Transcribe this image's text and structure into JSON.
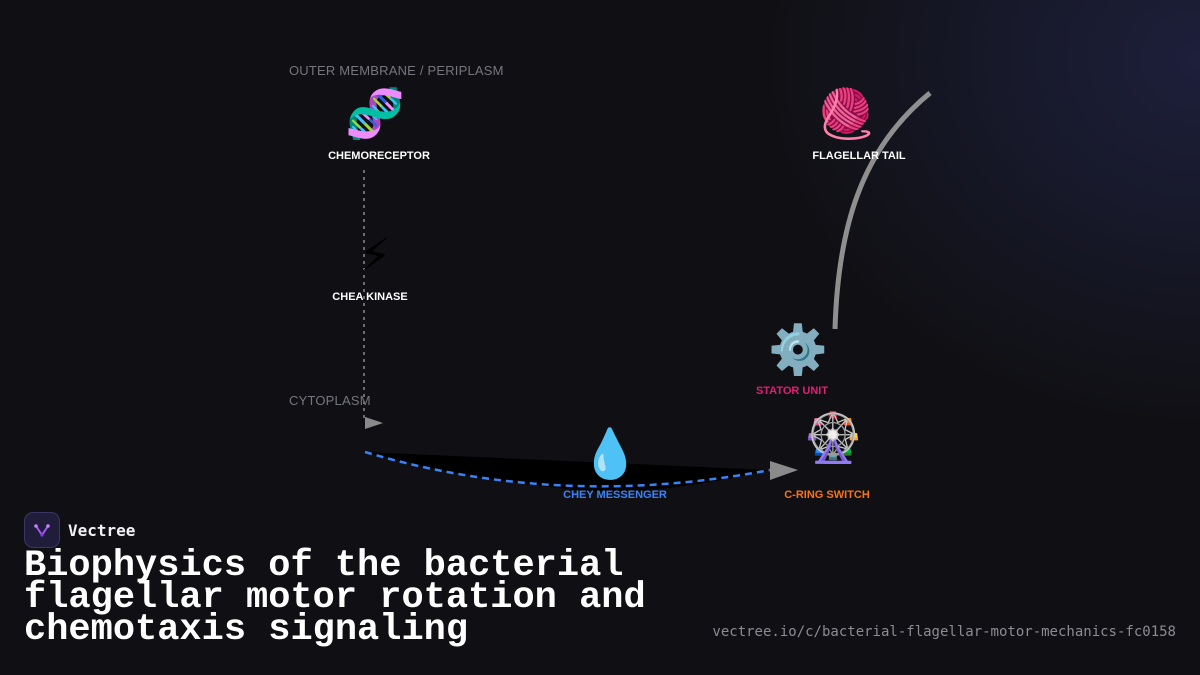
{
  "regions": {
    "outer": "OUTER MEMBRANE / PERIPLASM",
    "inner": "CYTOPLASM"
  },
  "nodes": [
    {
      "id": "chemoreceptor",
      "icon": "dna-icon",
      "glyph": "🧬",
      "label": "CHEMORECEPTOR",
      "color": "#ffffff"
    },
    {
      "id": "chea",
      "icon": "lightning-icon",
      "glyph": "⚡",
      "label": "CHEA KINASE",
      "color": "#ffffff"
    },
    {
      "id": "chey",
      "icon": "droplet-icon",
      "glyph": "💧",
      "label": "CHEY MESSENGER",
      "color": "#3b82f6"
    },
    {
      "id": "cring",
      "icon": "ferris-wheel-icon",
      "glyph": "🎡",
      "label": "C-RING SWITCH",
      "color": "#f97316"
    },
    {
      "id": "stator",
      "icon": "gear-icon",
      "glyph": "⚙️",
      "label": "STATOR UNIT",
      "color": "#e11d74"
    },
    {
      "id": "tail",
      "icon": "yarn-icon",
      "glyph": "🧶",
      "label": "FLAGELLAR TAIL",
      "color": "#ffffff"
    }
  ],
  "colors": {
    "signal_path": "#3b82f6",
    "dotted_path": "#8a8a8a",
    "filament": "#8f8f8f",
    "background": "#101014"
  },
  "brand": {
    "name": "Vectree",
    "icon": "vectree-logo-icon"
  },
  "title": "Biophysics of the bacterial flagellar motor rotation and chemotaxis signaling",
  "url": "vectree.io/c/bacterial-flagellar-motor-mechanics-fc0158"
}
